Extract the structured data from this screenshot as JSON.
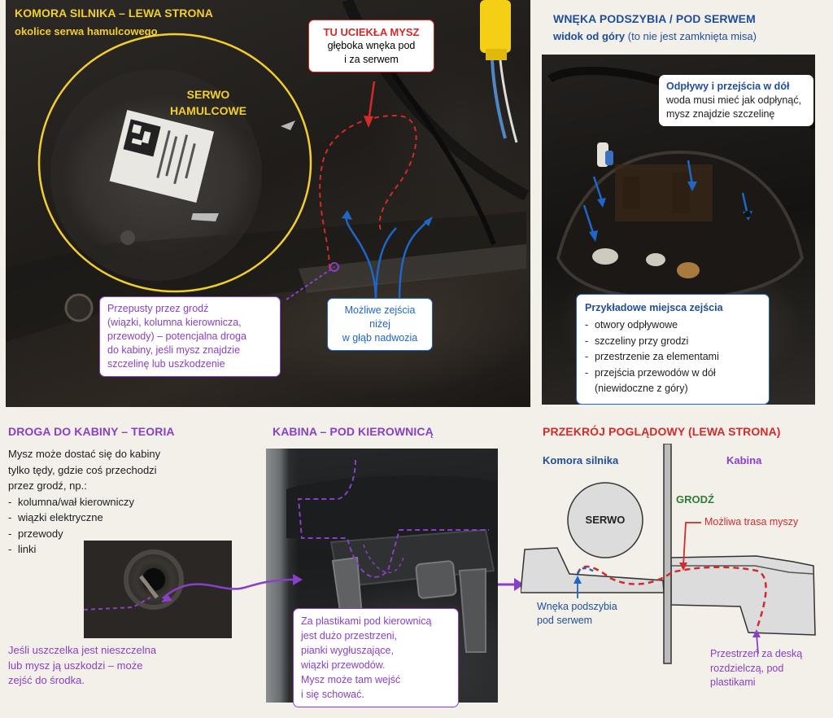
{
  "engine_panel": {
    "title": "KOMORA SILNIKA – LEWA STRONA",
    "subtitle": "okolice serwa hamulcowego",
    "servo_label_line1": "SERWO",
    "servo_label_line2": "HAMULCOWE",
    "escape_callout": {
      "title": "TU UCIEKŁA MYSZ",
      "lines": [
        "głęboka wnęka pod",
        "i za serwem"
      ]
    },
    "grommet_callout": {
      "lines": [
        "Przepusty przez grodź",
        "(wiązki, kolumna kierownicza,",
        "przewody) – potencjalna droga",
        "do kabiny, jeśli mysz znajdzie",
        "szczelinę lub uszkodzenie"
      ]
    },
    "down_callout": {
      "lines": [
        "Możliwe zejścia niżej",
        "w głąb nadwozia"
      ]
    }
  },
  "top_panel": {
    "title": "WNĘKA PODSZYBIA / POD SERWEM",
    "subtitle_bold": "widok od góry",
    "subtitle_rest": "(to nie jest zamknięta misa)",
    "drain_callout": {
      "title": "Odpływy i przejścia w dół",
      "lines": [
        "woda musi mieć jak odpłynąć,",
        "mysz znajdzie szczelinę"
      ]
    },
    "examples_callout": {
      "title": "Przykładowe miejsca zejścia",
      "items": [
        "otwory odpływowe",
        "szczeliny przy grodzi",
        "przestrzenie za elementami",
        "przejścia przewodów w dół"
      ],
      "note": "(niewidoczne z góry)"
    }
  },
  "theory": {
    "title": "DROGA DO KABINY – TEORIA",
    "intro_lines": [
      "Mysz może dostać się do kabiny",
      "tylko tędy, gdzie coś przechodzi",
      "przez grodź, np.:"
    ],
    "items": [
      "kolumna/wał kierowniczy",
      "wiązki elektryczne",
      "przewody",
      "linki"
    ],
    "seal_note_lines": [
      "Jeśli uszczelka jest nieszczelna",
      "lub mysz ją uszkodzi – może",
      "zejść do środka."
    ]
  },
  "cabin": {
    "title": "KABINA – POD KIEROWNICĄ",
    "callout_lines": [
      "Za plastikami pod kierownicą",
      "jest dużo przestrzeni,",
      "pianki wygłuszające,",
      "wiązki przewodów.",
      "Mysz może tam wejść",
      "i się schować."
    ]
  },
  "section": {
    "title": "PRZEKRÓJ POGLĄDOWY (LEWA STRONA)",
    "engine_bay_label": "Komora silnika",
    "cabin_label": "Kabina",
    "bulkhead_label": "GRODŹ",
    "servo_label": "SERWO",
    "route_label": "Możliwa trasa myszy",
    "recess_label_lines": [
      "Wnęka podszybia",
      "pod serwem"
    ],
    "space_label_lines": [
      "Przestrzeń za deską",
      "rozdzielczą, pod",
      "plastikami"
    ]
  },
  "colors": {
    "yellow": "#f2cf2a",
    "red": "#d42a2a",
    "blue": "#1f66c9",
    "purple": "#8a3fc7",
    "navy": "#1f4e99"
  }
}
